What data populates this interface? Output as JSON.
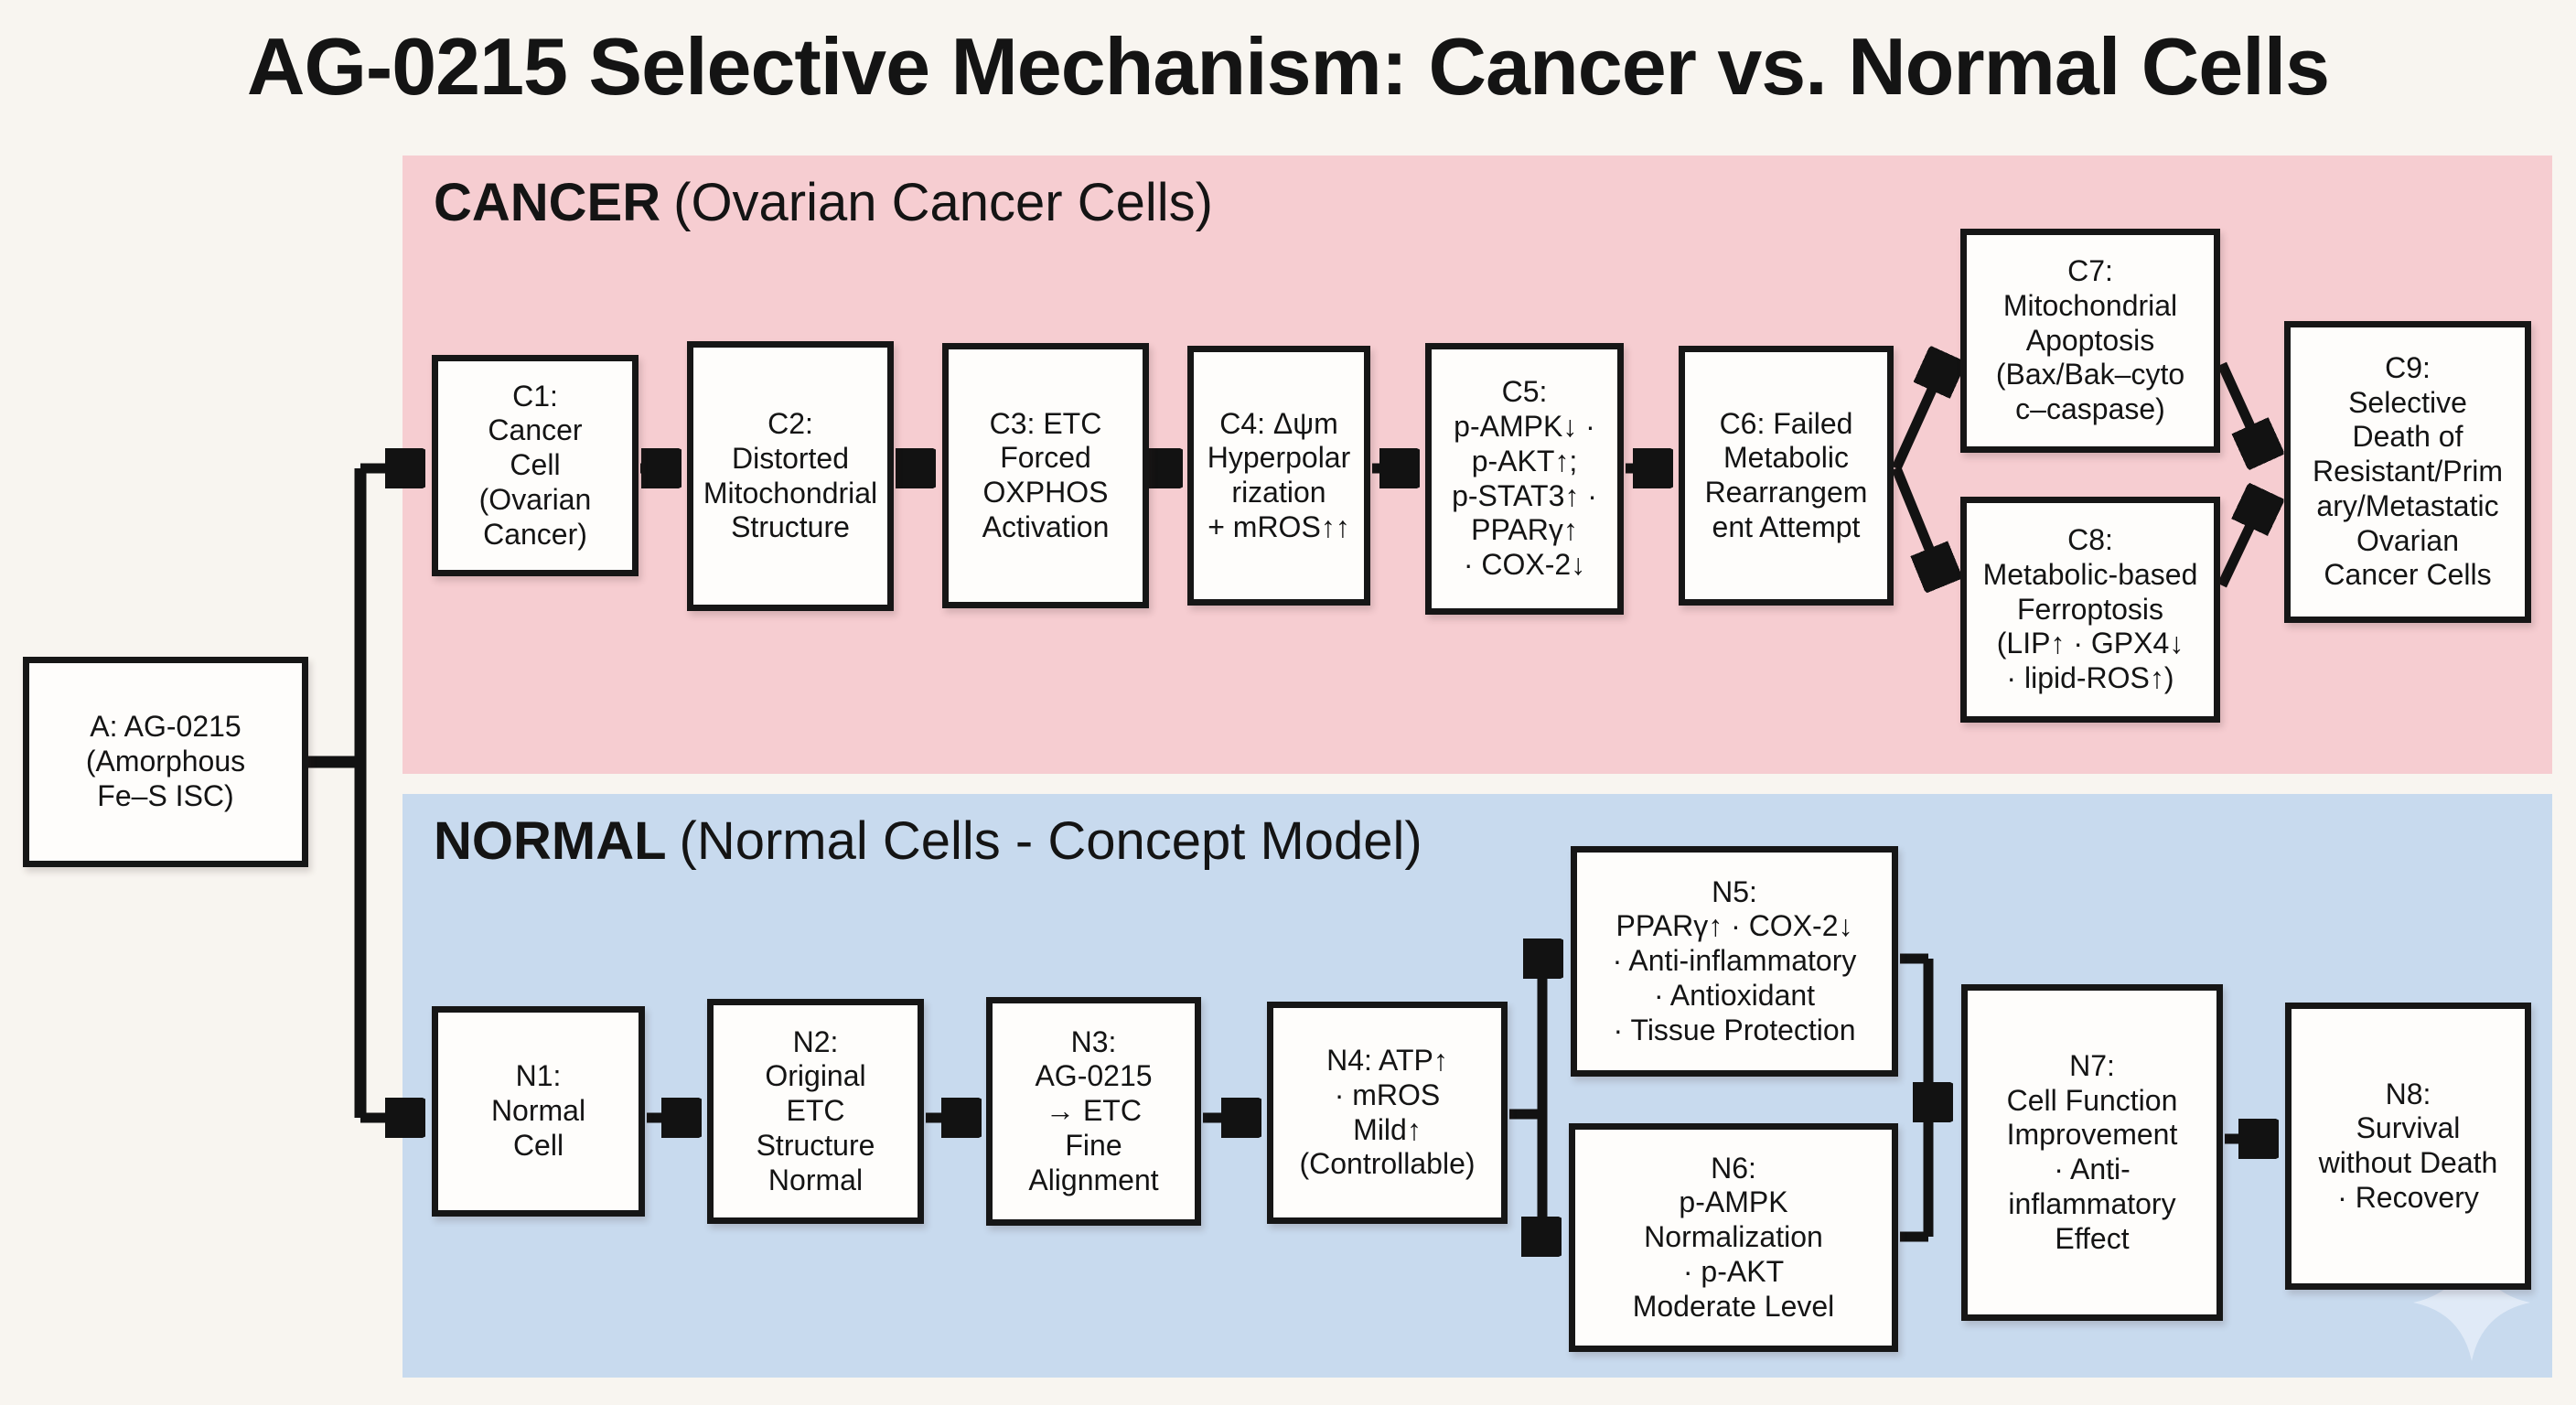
{
  "title": "AG-0215 Selective Mechanism: Cancer vs. Normal Cells",
  "panels": {
    "cancer": {
      "label": "CANCER",
      "subtitle": "(Ovarian Cancer Cells)",
      "bg_color": "#f6cdd1"
    },
    "normal": {
      "label": "NORMAL",
      "subtitle": "(Normal Cells - Concept Model)",
      "bg_color": "#c8daee"
    }
  },
  "nodes": {
    "a": {
      "id": "A",
      "text": "A: AG-0215\n(Amorphous\nFe–S ISC)"
    },
    "c1": {
      "id": "C1",
      "text": "C1:\nCancer\nCell\n(Ovarian\nCancer)"
    },
    "c2": {
      "id": "C2",
      "text": "C2:\nDistorted\nMitochondrial\nStructure"
    },
    "c3": {
      "id": "C3",
      "text": "C3: ETC\nForced\nOXPHOS\nActivation"
    },
    "c4": {
      "id": "C4",
      "text": "C4: Δψm\nHyperpolar\nrization\n+ mROS↑↑"
    },
    "c5": {
      "id": "C5",
      "text": "C5:\np-AMPK↓ ·\np-AKT↑;\np-STAT3↑ ·\nPPARγ↑\n· COX-2↓"
    },
    "c6": {
      "id": "C6",
      "text": "C6: Failed\nMetabolic\nRearrangem\nent Attempt"
    },
    "c7": {
      "id": "C7",
      "text": "C7:\nMitochondrial\nApoptosis\n(Bax/Bak–cyto\nc–caspase)"
    },
    "c8": {
      "id": "C8",
      "text": "C8:\nMetabolic-based\nFerroptosis\n(LIP↑ · GPX4↓\n· lipid-ROS↑)"
    },
    "c9": {
      "id": "C9",
      "text": "C9:\nSelective\nDeath of\nResistant/Prim\nary/Metastatic\nOvarian\nCancer Cells"
    },
    "n1": {
      "id": "N1",
      "text": "N1:\nNormal\nCell"
    },
    "n2": {
      "id": "N2",
      "text": "N2:\nOriginal\nETC\nStructure\nNormal"
    },
    "n3": {
      "id": "N3",
      "text": "N3:\nAG-0215\n→ ETC\nFine\nAlignment"
    },
    "n4": {
      "id": "N4",
      "text": "N4: ATP↑\n· mROS\nMild↑\n(Controllable)"
    },
    "n5": {
      "id": "N5",
      "text": "N5:\nPPARγ↑ · COX-2↓\n· Anti-inflammatory\n· Antioxidant\n· Tissue Protection"
    },
    "n6": {
      "id": "N6",
      "text": "N6:\np-AMPK\nNormalization\n· p-AKT\nModerate Level"
    },
    "n7": {
      "id": "N7",
      "text": "N7:\nCell Function\nImprovement\n· Anti-\ninflammatory\nEffect"
    },
    "n8": {
      "id": "N8",
      "text": "N8:\nSurvival\nwithout Death\n· Recovery"
    }
  },
  "edges": [
    {
      "from": "A",
      "to": "C1"
    },
    {
      "from": "A",
      "to": "N1"
    },
    {
      "from": "C1",
      "to": "C2"
    },
    {
      "from": "C2",
      "to": "C3"
    },
    {
      "from": "C3",
      "to": "C4"
    },
    {
      "from": "C4",
      "to": "C5"
    },
    {
      "from": "C5",
      "to": "C6"
    },
    {
      "from": "C6",
      "to": "C7"
    },
    {
      "from": "C6",
      "to": "C8"
    },
    {
      "from": "C7",
      "to": "C9"
    },
    {
      "from": "C8",
      "to": "C9"
    },
    {
      "from": "N1",
      "to": "N2"
    },
    {
      "from": "N2",
      "to": "N3"
    },
    {
      "from": "N3",
      "to": "N4"
    },
    {
      "from": "N4",
      "to": "N5"
    },
    {
      "from": "N4",
      "to": "N6"
    },
    {
      "from": "N5",
      "to": "N7"
    },
    {
      "from": "N6",
      "to": "N7"
    },
    {
      "from": "N7",
      "to": "N8"
    }
  ],
  "icons": {
    "sparkle": {
      "name": "sparkle-icon",
      "color": "#e0eaf7"
    }
  },
  "colors": {
    "background": "#f8f5f0",
    "cancer_panel": "#f6cdd1",
    "normal_panel": "#c8daee",
    "node_fill": "#fefdfb",
    "line": "#121212",
    "text": "#141414"
  }
}
